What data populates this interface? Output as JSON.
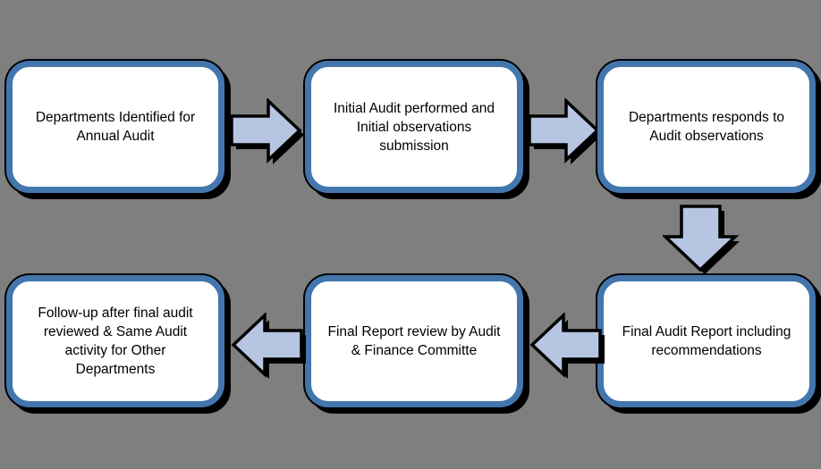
{
  "colors": {
    "background": "#7f7f7f",
    "box_border": "#4376ad",
    "box_fill": "#ffffff",
    "arrow_fill": "#b6c5e2",
    "outline": "#000000",
    "text": "#000000"
  },
  "flow": {
    "boxes": [
      {
        "id": "step-1",
        "label": "Departments Identified for Annual Audit"
      },
      {
        "id": "step-2",
        "label": "Initial Audit performed and Initial observations submission"
      },
      {
        "id": "step-3",
        "label": "Departments responds to Audit observations"
      },
      {
        "id": "step-4",
        "label": "Final Audit Report including recommendations"
      },
      {
        "id": "step-5",
        "label": "Final Report review by Audit & Finance Committe"
      },
      {
        "id": "step-6",
        "label": "Follow-up after final audit reviewed & Same Audit activity for Other Departments"
      }
    ],
    "arrows": [
      {
        "direction": "right",
        "from": "step-1",
        "to": "step-2"
      },
      {
        "direction": "right",
        "from": "step-2",
        "to": "step-3"
      },
      {
        "direction": "down",
        "from": "step-3",
        "to": "step-4"
      },
      {
        "direction": "left",
        "from": "step-4",
        "to": "step-5"
      },
      {
        "direction": "left",
        "from": "step-5",
        "to": "step-6"
      }
    ]
  }
}
